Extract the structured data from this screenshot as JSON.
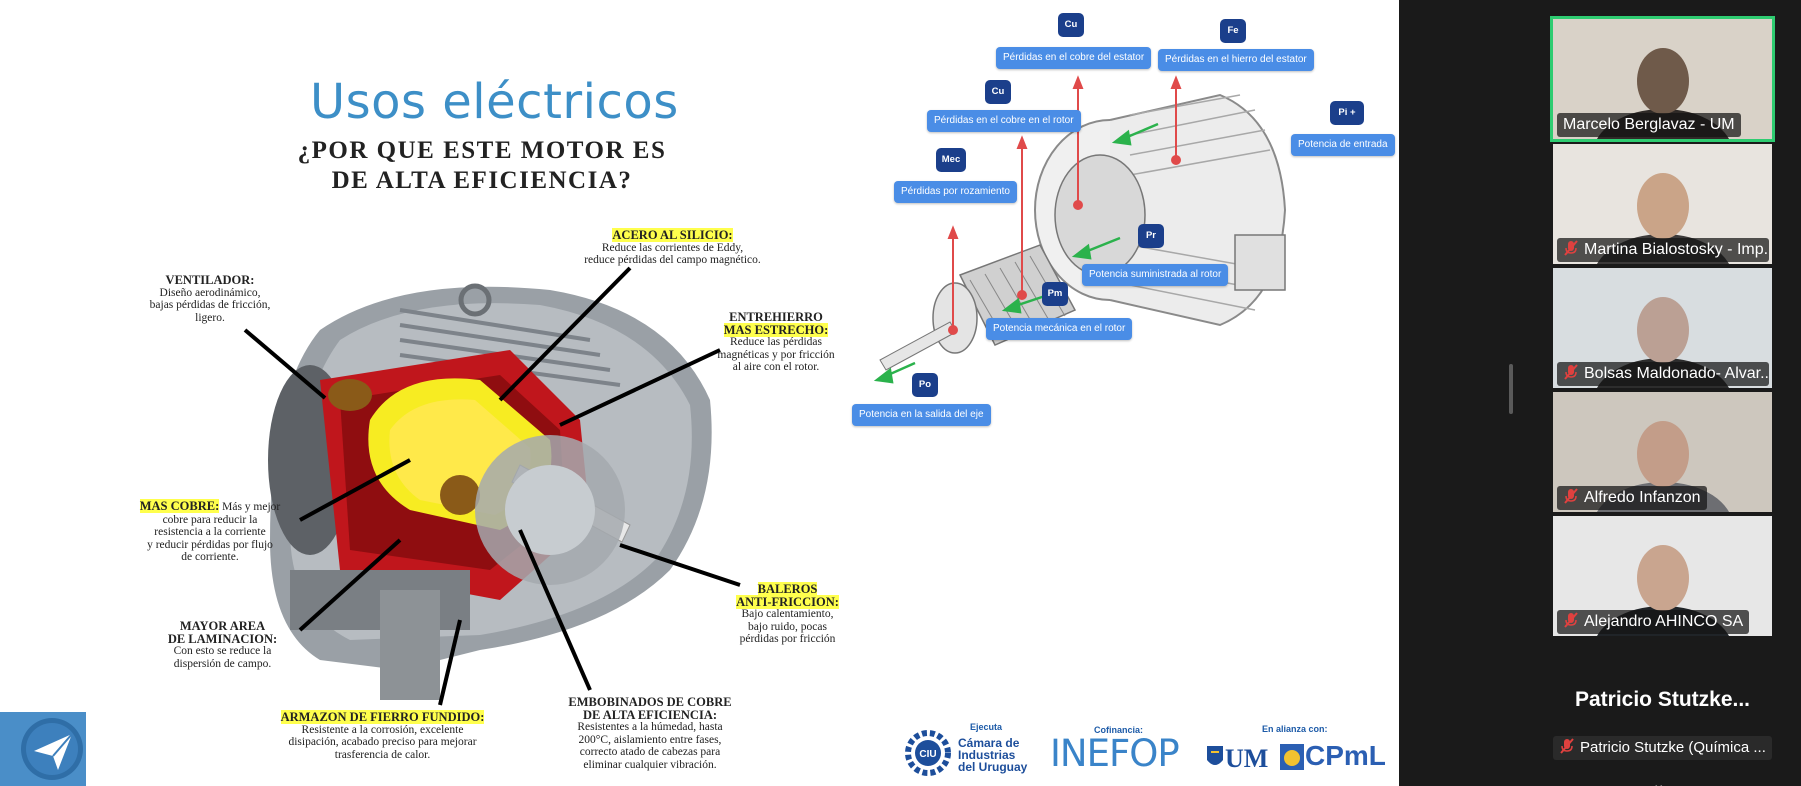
{
  "slide": {
    "title": "Usos eléctricos",
    "question_line1": "¿POR QUE ESTE MOTOR ES",
    "question_line2": "DE ALTA EFICIENCIA?",
    "callouts": {
      "ventilador": {
        "head": "VENTILADOR:",
        "body1": "Diseño aerodinámico,",
        "body2": "bajas pérdidas de fricción,",
        "body3": "ligero."
      },
      "acero": {
        "head": "ACERO AL SILICIO:",
        "body1": "Reduce las corrientes de Eddy,",
        "body2": "reduce pérdidas del campo magnético."
      },
      "entrehierro": {
        "head1": "ENTREHIERRO",
        "head2": "MAS ESTRECHO:",
        "body1": "Reduce las pérdidas",
        "body2": "magnéticas y por fricción",
        "body3": "al aire con el rotor."
      },
      "cobre": {
        "head": "MAS COBRE:",
        "body1": "Más y mejor",
        "body2": "cobre para reducir la",
        "body3": "resistencia a la corriente",
        "body4": "y reducir pérdidas por flujo",
        "body5": "de corriente."
      },
      "laminacion": {
        "head1": "MAYOR AREA",
        "head2": "DE LAMINACION:",
        "body1": "Con esto se reduce la",
        "body2": "dispersión de campo."
      },
      "baleros": {
        "head1": "BALEROS",
        "head2": "ANTI-FRICCION:",
        "body1": "Bajo calentamiento,",
        "body2": "bajo ruido, pocas",
        "body3": "pérdidas por fricción"
      },
      "armazon": {
        "head": "ARMAZON DE FIERRO FUNDIDO:",
        "body1": "Resistente a la corrosión, excelente",
        "body2": "disipación, acabado preciso para mejorar",
        "body3": "trasferencia de calor."
      },
      "embobinados": {
        "head1": "EMBOBINADOS DE COBRE",
        "head2": "DE ALTA EFICIENCIA:",
        "body1": "Resistentes a la húmedad, hasta",
        "body2": "200°C, aislamiento entre fases,",
        "body3": "correcto atado de cabezas para",
        "body4": "eliminar cualquier vibración."
      }
    },
    "diagram": {
      "badges": {
        "cu1": "Cu",
        "fe": "Fe",
        "cu2": "Cu",
        "pi": "Pi +",
        "mec": "Mec",
        "pr": "Pr",
        "pm": "Pm",
        "po": "Po"
      },
      "labels": {
        "stator_copper": "Pérdidas en el cobre del estator",
        "stator_iron": "Pérdidas en el hierro del estator",
        "rotor_copper": "Pérdidas en el cobre en el rotor",
        "input_power": "Potencia de entrada",
        "friction": "Pérdidas por rozamiento",
        "rotor_power": "Potencia suministrada al rotor",
        "mech_power": "Potencia mecánica en el rotor",
        "output_power": "Potencia en la salida del eje"
      }
    },
    "logos": {
      "ejecuta": "Ejecuta",
      "ciu_line1": "Cámara de",
      "ciu_line2": "Industrias",
      "ciu_line3": "del Uruguay",
      "cofinancia": "Cofinancia:",
      "inefop": "INEFOP",
      "alianza": "En alianza con:",
      "um": "UM",
      "cpml": "CPmL"
    }
  },
  "participants": [
    {
      "name": "Marcelo Berglavaz - UM",
      "muted": false,
      "active": true
    },
    {
      "name": "Martina Bialostosky - Imp...",
      "muted": true,
      "active": false
    },
    {
      "name": "Bolsas Maldonado- Alvar...",
      "muted": true,
      "active": false
    },
    {
      "name": "Alfredo Infanzon",
      "muted": true,
      "active": false
    },
    {
      "name": "Alejandro AHINCO SA",
      "muted": true,
      "active": false
    }
  ],
  "speaker": {
    "display_name": "Patricio Stutzke...",
    "tag": "Patricio Stutzke (Química ..."
  },
  "icons": {
    "present": "paper-plane-icon",
    "mic_off": "mic-off-icon",
    "collapse": "chevron-down-icon"
  },
  "colors": {
    "title_blue": "#3d8fc7",
    "highlight": "#ffff4d",
    "pill_blue": "#4a8de6",
    "badge_navy": "#1b3f8b",
    "active_border": "#2ecc71",
    "mic_off_red": "#e0413f"
  }
}
